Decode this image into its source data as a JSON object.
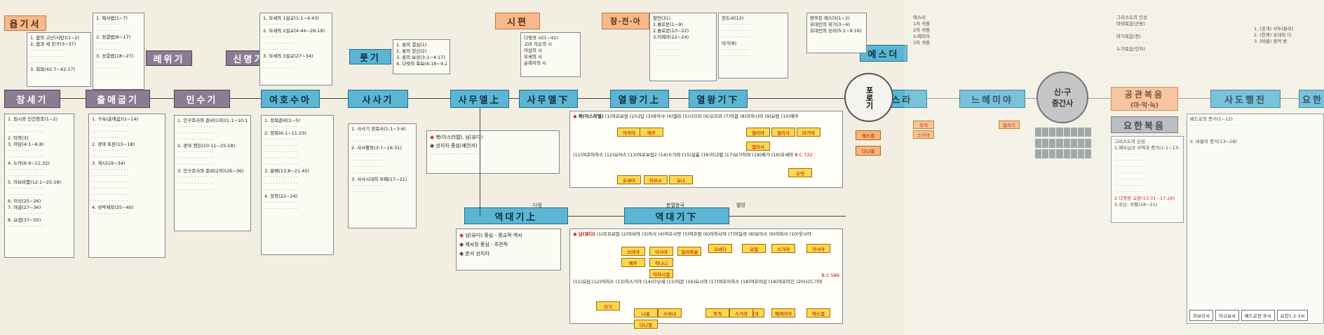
{
  "top_headers": {
    "job": "욥기서",
    "leviticus": "레위기",
    "deuteronomy": "신명기",
    "ruth": "룻기",
    "psalms": "시편",
    "proverbs": "잠·전·아",
    "esther": "에스더"
  },
  "main_books": {
    "genesis": "창세기",
    "exodus": "출애굽기",
    "numbers": "민수기",
    "joshua": "여호수아",
    "judges": "사사기",
    "samuel1": "사무엘上",
    "samuel2": "사무엘下",
    "kings1": "열왕기上",
    "kings2": "열왕기下",
    "chron1": "역대기上",
    "chron2": "역대기下",
    "ezra": "에스라",
    "nehemiah": "느헤미야",
    "gospels": "공관복음",
    "gospels_sub": "(마·막·눅)",
    "acts": "사도행전",
    "john_gospel": "요한복음",
    "partial_right": "요한"
  },
  "circles": {
    "captivity": "포로기",
    "intertestament_line1": "신·구",
    "intertestament_line2": "중간사"
  },
  "panels": {
    "job": [
      "1. 욥의 고난(사탄)(1~2)",
      "2. 욥과 세 친구(3~37)",
      "3. 회복(42:7~42:17)"
    ],
    "leviticus": [
      "1. 제사법(1~7)",
      "2. 정결법(8~17)",
      "3. 성결법(18~27)"
    ],
    "deuteronomy": [
      "1. 모세의 1설교(1:1~4:43)",
      "2. 모세의 2설교(4:44~26:19)",
      "3. 모세의 3설교(27~34)"
    ],
    "ruth": [
      "1. 룻의 결심(1)",
      "2. 룻의 헌신(2)",
      "3. 룻의 보상(3:1~4:17)",
      "4. 다윗의 족보(4:18~4:22)"
    ],
    "psalms": [
      "다윗의 시(1~41)",
      "고라 자손의 시",
      "아삽의 시",
      "모세의 시",
      "순례자의 시"
    ],
    "proverbs": [
      "잠언(31)",
      "1.솔로몬(1~9)",
      "2.솔로몬(10~22)",
      "3.지혜자(22~24)",
      "전도서(12)",
      "아가(8)"
    ],
    "esther_kingdom": [
      "왕후된 에스더(1~2)",
      "유대인의 위기(3~4)",
      "유대인의 승리(5:1~9:16)"
    ],
    "genesis": [
      "1. 원시와 인간창조(1~2)",
      "2. 타락(3)",
      "3. 아담(4:1~6:8)",
      "4. 노아(6:9~11:32)",
      "5. 아브라함(12:1~25:18)",
      "6. 이삭(25~26)",
      "7. 야곱(27~36)",
      "8. 요셉(37~50)"
    ],
    "exodus": [
      "1. 구속(출애굽)(1~14)",
      "2. 광야 토론(15~18)",
      "3. 계시(19~34)",
      "4. 성막제작(35~40)"
    ],
    "numbers": [
      "1. 인구조사와 준비(1차)(1:1~10:10)",
      "2. 광야 행진(10:11~25:18)",
      "3. 인구조사와 준비(2차)(26~36)"
    ],
    "joshua": [
      "1. 정복준비(1~5)",
      "2. 정복(6:1~11:23)",
      "3. 분배(13:8~21:45)",
      "4. 정착(22~24)"
    ],
    "judges": [
      "1. 사사기 정복사(1:1~3:6)",
      "2. 사사활동(3:7~16:31)",
      "3. 사사시대의 부패(17~21)"
    ],
    "samuel_note": [
      "북(이스라엘), 남(유다)",
      "선지자 중심(예언서)"
    ],
    "chronicles_note": [
      "남(유다) 중심 - 종교적 역사",
      "제사장 중심 - 주관적",
      "본서 선지자"
    ],
    "ezra": [
      "에스라",
      "1차 귀환",
      "2차 귀환",
      "느헤미야",
      "3차 귀환"
    ],
    "gospels": [
      "그리스도의 인성",
      "마태복음(군왕)",
      "마가복음(종)",
      "누가복음(인자)"
    ],
    "john": [
      "그리스도의 신성",
      "1.예수님과 사역과 증거(1:1~13:30)",
      "2.다락방 교훈(13:31~17:26)",
      "3.수난, 부활(18~21)"
    ],
    "acts": [
      "베드로의 증거(1~12)",
      "II. 바울의 증거(13~28)"
    ],
    "acts_right": [
      "1. (공개) 사두(분리)",
      "2. (한계) 유대와 다",
      "3. (바울) 광적 방"
    ]
  },
  "connectors": {
    "split": "분열왕국",
    "divided": "다윗",
    "fall": "멸망"
  },
  "kings_north": {
    "label": "북(이스라엘)",
    "kings": [
      "여로보암",
      "나답",
      "바아사",
      "엘라",
      "시므리",
      "오므리",
      "아합",
      "아하시야",
      "요람",
      "예후",
      "여호아하스",
      "요아스",
      "여로보암2",
      "스가랴",
      "살룸",
      "므나헴",
      "브가히야",
      "베가",
      "호세아"
    ],
    "date": "B.C 722",
    "prophets": [
      "아히야",
      "예후",
      "엘리야",
      "엘리사",
      "미가야",
      "엘리사",
      "호세아",
      "아모스",
      "요나",
      "오뎃"
    ]
  },
  "kings_south": {
    "label": "남(유다)",
    "kings": [
      "르호보암",
      "아비야",
      "아사",
      "여호사밧",
      "여호람",
      "아하시야",
      "아달랴",
      "요아스",
      "아마샤",
      "웃시야"
    ],
    "kings2": [
      "요담",
      "아하스",
      "히스기야",
      "므낫세",
      "아몬",
      "요시야",
      "여호아하스",
      "여호야김",
      "여호야긴",
      "시드기야"
    ],
    "date": "B.C 586",
    "prophets": [
      "스마야",
      "이사야",
      "예후",
      "하나니",
      "야하시엘",
      "엘리에셀",
      "오바다",
      "요엘",
      "스가랴",
      "이사야",
      "미가",
      "나훔",
      "스바냐",
      "하박국",
      "예레미야",
      "에스겔",
      "다니엘",
      "학개",
      "스가랴"
    ]
  },
  "side_labels": {
    "ezekiel": "에스겔",
    "daniel": "다니엘",
    "haggai": "학개",
    "zechariah": "스가랴",
    "malachi": "말라기"
  },
  "acts_bottom_tabs": [
    "히브리서",
    "야고보서",
    "베드로전·후서",
    "요한1·2·3서"
  ],
  "colors": {
    "book_blue": "#5bb5d3",
    "header_orange": "#f6b98b",
    "header_purple": "#8b7c91",
    "prophet_yellow": "#fbd94e",
    "panel_bg": "#fbfbf3"
  }
}
